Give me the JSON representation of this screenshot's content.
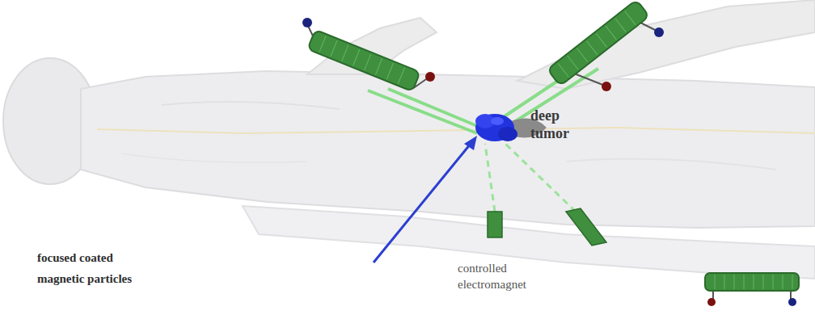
{
  "diagram": {
    "labels": [
      "deep tumor",
      "focused coated magnetic particles"
    ],
    "legend": [
      {
        "text": "controlled electromagnet"
      }
    ]
  }
}
